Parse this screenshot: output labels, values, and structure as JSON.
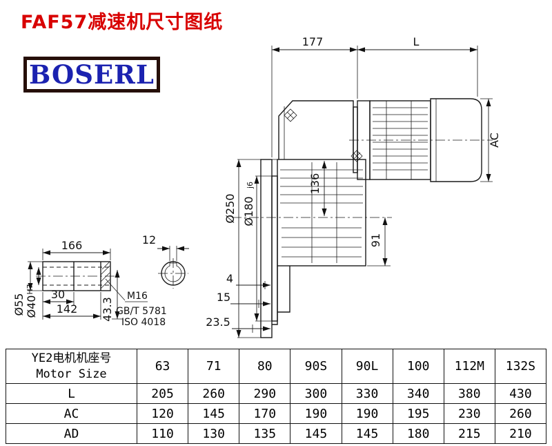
{
  "page": {
    "title": "FAF57减速机尺寸图纸",
    "logo": "BOSERL"
  },
  "colors": {
    "title_red": "#d80000",
    "logo_blue": "#1b22b0",
    "logo_border": "#260f08",
    "line_black": "#1a1a1a"
  },
  "drawing": {
    "width_gearbox": "177",
    "length_motor": "L",
    "motor_diameter": "AC",
    "flange_diameter": "Ø250",
    "spigot_diameter": "Ø180",
    "spigot_tolerance": "j6",
    "height_upper": "136",
    "height_lower": "91",
    "offset_a": "4",
    "offset_b": "15",
    "offset_c": "23.5",
    "shaft_length": "166",
    "keyway_width": "12",
    "bore_step": "30",
    "usable_length": "142",
    "hub_diameter": "Ø55",
    "bore_diameter": "Ø40",
    "bore_tolerance": "H7",
    "keyway_height": "43.3",
    "thread": "M16",
    "thread_standard_gb": "GB/T 5781",
    "thread_standard_iso": "ISO 4018"
  },
  "table": {
    "header": {
      "line1": "YE2电机机座号",
      "line2": "Motor Size"
    },
    "columns": [
      "63",
      "71",
      "80",
      "90S",
      "90L",
      "100",
      "112M",
      "132S"
    ],
    "rows": [
      {
        "label": "L",
        "values": [
          "205",
          "260",
          "290",
          "300",
          "330",
          "340",
          "380",
          "430"
        ]
      },
      {
        "label": "AC",
        "values": [
          "120",
          "145",
          "170",
          "190",
          "190",
          "195",
          "230",
          "260"
        ]
      },
      {
        "label": "AD",
        "values": [
          "110",
          "130",
          "135",
          "145",
          "145",
          "180",
          "215",
          "210"
        ]
      }
    ]
  }
}
